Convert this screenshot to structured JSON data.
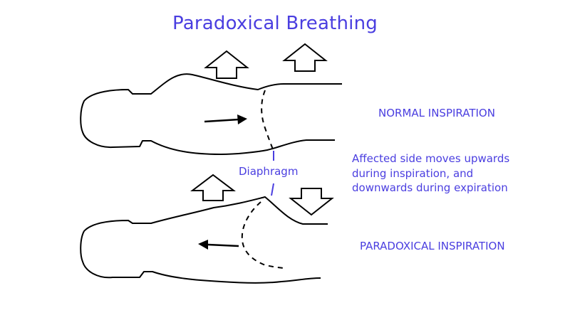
{
  "title": "Paradoxical Breathing",
  "labels": {
    "normal": "NORMAL INSPIRATION",
    "paradoxical": "PARADOXICAL INSPIRATION",
    "diaphragm": "Diaphragm"
  },
  "note_lines": [
    "Affected side moves upwards",
    "during inspiration, and",
    "downwards during expiration"
  ],
  "colors": {
    "text_accent": "#4a3ee0",
    "line": "#000000",
    "background": "#ffffff"
  },
  "icons": {
    "arrow_up": "block-arrow-up-icon",
    "arrow_down": "block-arrow-down-icon",
    "arrow_right": "arrow-right-icon",
    "arrow_left": "arrow-left-icon"
  }
}
